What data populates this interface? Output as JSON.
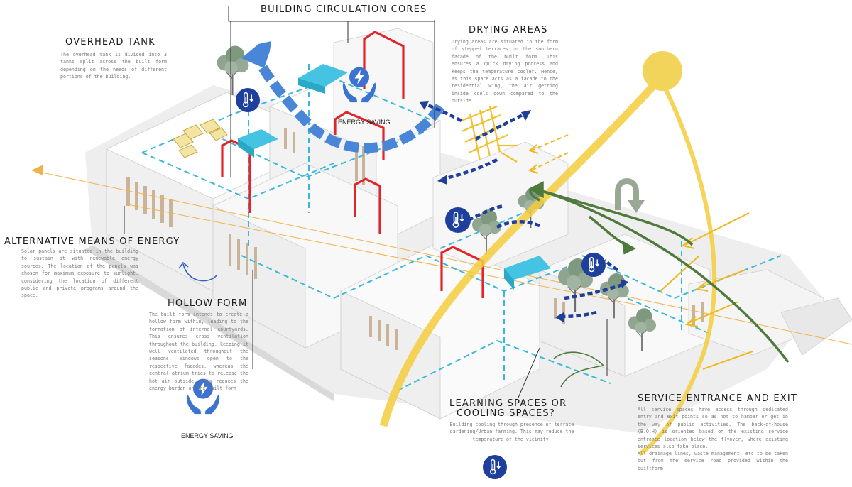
{
  "labels": {
    "circulation": {
      "title": "BUILDING CIRCULATION CORES"
    },
    "overhead_tank": {
      "title": "OVERHEAD TANK",
      "body": "The overhead tank is divided into 3 tanks split across the built form depending on the needs of different portions of the building."
    },
    "drying": {
      "title": "DRYING AREAS",
      "body": "Drying areas are situated in the form of stepped terraces on the southern facade of the built form. This ensures a quick drying process and keeps the temperature cooler. Hence, as this space acts as a facade to the residential wing, the air getting inside cools down compared to the outside."
    },
    "energy": {
      "title": "ALTERNATIVE MEANS OF ENERGY",
      "body": "Solar panels are situated in the building to sustain it with renewable energy sources. The location of the panels was chosen for maximum exposure to sunlight, considering the location of different public and private programs around the space."
    },
    "hollow": {
      "title": "HOLLOW FORM",
      "body": "The built form intends to create a hollow form within, leading to the formation of internal courtyards. This ensures cross ventilation throughout the building, keeping it well ventilated throughout the seasons. Windows open to the respective facades, whereas the central atrium tries to release the hot air outside. This reduces the energy burden on the built form"
    },
    "learning": {
      "title_line1": "LEARNING SPACES OR",
      "title_line2": "COOLING SPACES?",
      "body": "Building cooling through presence of terrace gardening/Urban farming. This may reduce the temperature of the vicinity."
    },
    "service": {
      "title": "SERVICE ENTRANCE AND EXIT",
      "body1": "All service spaces have access through dedicated entry and exit points so as not to hamper or get in the way of public activities. The back-of-house (B.O.H) is oriented based on the existing service entrance location below the flyover, where existing services also take place.",
      "body2": "All drainage lines, waste management, etc to be taken out from the service road provided within the builtform"
    },
    "energy_saving_top": "ENERGY SAVING",
    "energy_saving_bottom": "ENERGY SAVING"
  },
  "icons": [
    "thermometer-icon",
    "energy-saving-icon",
    "sun-icon",
    "u-turn-arrow-icon",
    "tree-icon"
  ],
  "colors": {
    "core_red": "#e0262c",
    "tank_cyan": "#45c3e3",
    "dashed_cyan": "#3ab8d8",
    "wind_blue": "#1f3f9a",
    "airflow_blue": "#4a86d8",
    "sun_yellow": "#f3cc3c",
    "service_green": "#4f7a3e",
    "icon_navy": "#1e3f9b"
  }
}
